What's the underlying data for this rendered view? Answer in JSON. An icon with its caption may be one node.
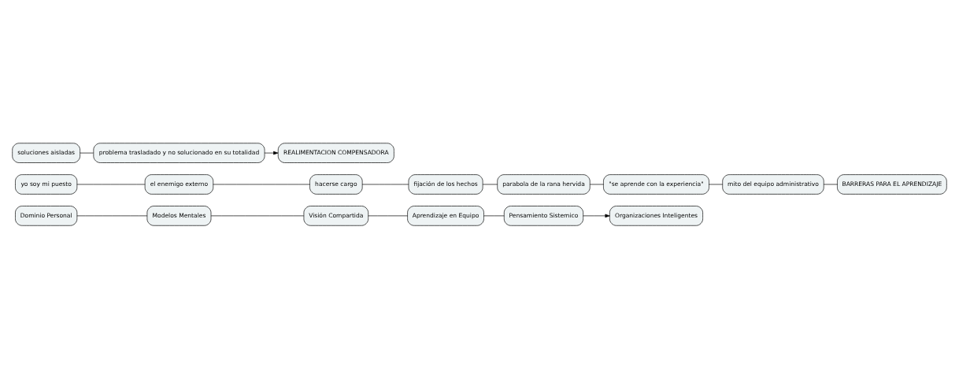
{
  "diagram": {
    "nodes": [
      {
        "text": [
          "Dominio Personal"
        ]
      },
      {
        "text": [
          "Modelos Mentales"
        ]
      },
      {
        "text": [
          "Visión Compartida"
        ]
      },
      {
        "text": [
          "Aprendizaje en Equipo"
        ]
      },
      {
        "text": [
          "Pensamiento Sistemico"
        ]
      },
      {
        "text": [
          "Organizaciones Inteligentes"
        ]
      },
      {
        "text": [
          "yo soy mi puesto"
        ]
      },
      {
        "text": [
          "el enemigo externo"
        ]
      },
      {
        "text": [
          "hacerse cargo"
        ]
      },
      {
        "text": [
          "fijación de los hechos"
        ]
      },
      {
        "text": [
          "parabola de la rana hervida"
        ]
      },
      {
        "text": [
          "\"se aprende con la experiencia\""
        ]
      },
      {
        "text": [
          "mito del equipo administrativo"
        ]
      },
      {
        "text": [
          "BARRERAS PARA EL APRENDIZAJE"
        ]
      },
      {
        "text": [
          "soluciones aisladas"
        ]
      },
      {
        "text": [
          "problema trasladado y no solucionado en su totalidad"
        ]
      },
      {
        "text": [
          "REALIMENTACION COMPENSADORA"
        ]
      }
    ],
    "edges": [
      {
        "from": 0,
        "to": 1,
        "arrow": "none"
      },
      {
        "from": 1,
        "to": 2,
        "arrow": "none"
      },
      {
        "from": 2,
        "to": 3,
        "arrow": "none"
      },
      {
        "from": 3,
        "to": 4,
        "arrow": "none"
      },
      {
        "from": 4,
        "to": 5,
        "arrow": "to"
      },
      {
        "from": 6,
        "to": 7,
        "arrow": "none"
      },
      {
        "from": 7,
        "to": 8,
        "arrow": "none"
      },
      {
        "from": 8,
        "to": 9,
        "arrow": "none"
      },
      {
        "from": 9,
        "to": 10,
        "arrow": "none"
      },
      {
        "from": 10,
        "to": 11,
        "arrow": "none"
      },
      {
        "from": 11,
        "to": 12,
        "arrow": "none"
      },
      {
        "from": 12,
        "to": 13,
        "arrow": "none"
      },
      {
        "from": 14,
        "to": 15,
        "arrow": "none"
      },
      {
        "from": 15,
        "to": 16,
        "arrow": "to"
      }
    ]
  }
}
